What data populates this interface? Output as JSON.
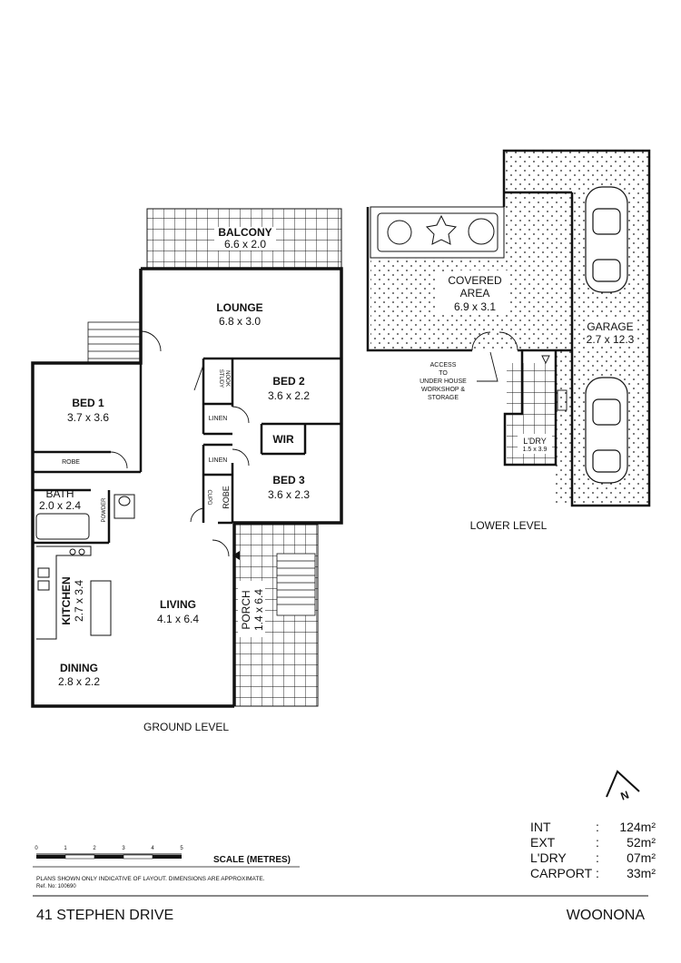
{
  "ground": {
    "balcony": {
      "name": "BALCONY",
      "dims": "6.6 x 2.0"
    },
    "lounge": {
      "name": "LOUNGE",
      "dims": "6.8 x 3.0"
    },
    "bed1": {
      "name": "BED 1",
      "dims": "3.7 x 3.6"
    },
    "bed2": {
      "name": "BED 2",
      "dims": "3.6 x 2.2"
    },
    "bed3": {
      "name": "BED 3",
      "dims": "3.6 x 2.3"
    },
    "bath": {
      "name": "BATH",
      "dims": "2.0 x 2.4"
    },
    "kitchen": {
      "name": "KITCHEN",
      "dims": "2.7 x 3.4"
    },
    "living": {
      "name": "LIVING",
      "dims": "4.1 x 6.4"
    },
    "dining": {
      "name": "DINING",
      "dims": "2.8 x 2.2"
    },
    "porch": {
      "name": "PORCH",
      "dims": "1.4 x 6.4"
    },
    "wir": "WIR",
    "robe1": "ROBE",
    "robe2": "ROBE",
    "linen1": "LINEN",
    "linen2": "LINEN",
    "study_nook_1": "STUDY",
    "study_nook_2": "NOOK",
    "cupd": "CUPD",
    "powder": "POWDER",
    "level_label": "GROUND LEVEL"
  },
  "lower": {
    "covered": {
      "name1": "COVERED",
      "name2": "AREA",
      "dims": "6.9 x 3.1"
    },
    "garage": {
      "name": "GARAGE",
      "dims": "2.7 x 12.3"
    },
    "ldry": {
      "name": "L'DRY",
      "dims": "1.5 x 3.9"
    },
    "access_lines": [
      "ACCESS",
      "TO",
      "UNDER HOUSE",
      "WORKSHOP &",
      "STORAGE"
    ],
    "level_label": "LOWER LEVEL"
  },
  "scale": {
    "ticks": [
      "0",
      "1",
      "2",
      "3",
      "4",
      "5"
    ],
    "label": "SCALE (METRES)",
    "disclaimer": "PLANS SHOWN ONLY INDICATIVE OF LAYOUT.  DIMENSIONS ARE APPROXIMATE.",
    "ref": "Ref. No: 100690"
  },
  "areas": [
    {
      "label": "INT",
      "value": "124m²"
    },
    {
      "label": "EXT",
      "value": "52m²"
    },
    {
      "label": "L'DRY",
      "value": "07m²"
    },
    {
      "label": "CARPORT",
      "value": "33m²"
    }
  ],
  "address": "41 STEPHEN DRIVE",
  "suburb": "WOONONA",
  "north_letter": "N"
}
